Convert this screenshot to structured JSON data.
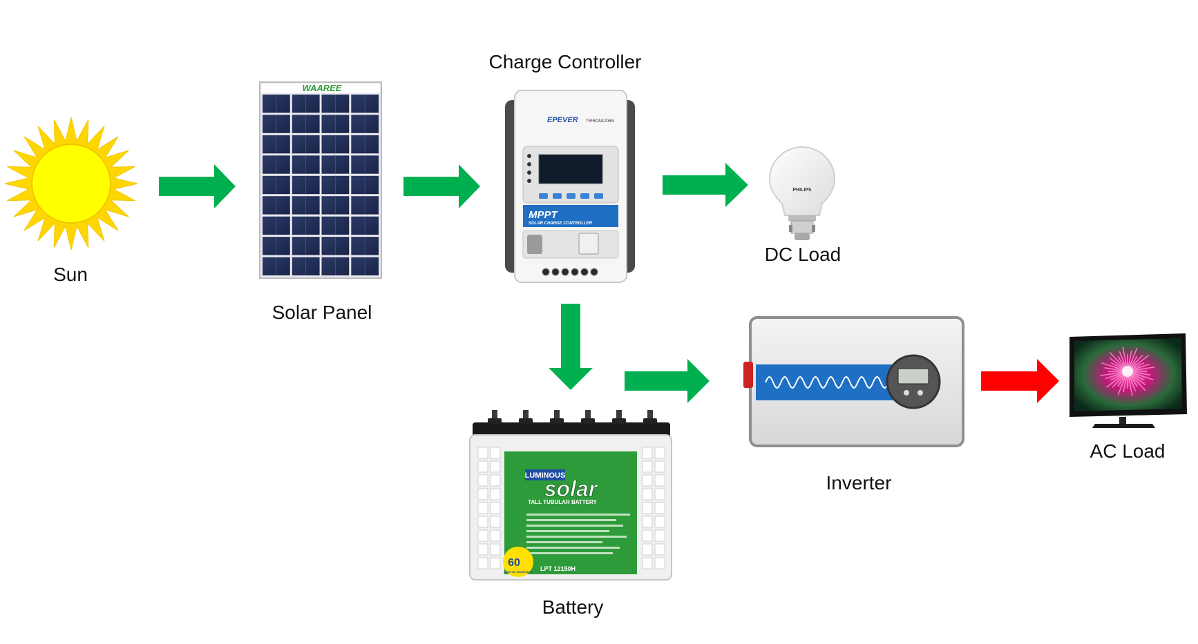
{
  "labels": {
    "sun": "Sun",
    "solar_panel": "Solar Panel",
    "charge_controller": "Charge Controller",
    "dc_load": "DC Load",
    "battery": "Battery",
    "inverter": "Inverter",
    "ac_load": "AC Load"
  },
  "brands": {
    "panel": "WAAREE",
    "controller": "EPEVER",
    "controller_model": "TRIRON1206N",
    "controller_badge": "MPPT",
    "controller_badge_sub": "SOLAR CHARGE CONTROLLER",
    "bulb": "PHILIPS",
    "battery_brand": "LUMINOUS",
    "battery_line": "solar",
    "battery_type": "TALL TUBULAR BATTERY",
    "battery_model": "LPT 12150H",
    "battery_warranty_num": "60",
    "battery_warranty_text": "MONTHS WARRANTY"
  },
  "colors": {
    "flow_arrow": "#00b050",
    "ac_arrow": "#ff0000",
    "sun_fill": "#ffff00",
    "sun_rays": "#ffd700",
    "battery_label": "#2e9b3a",
    "inverter_band": "#1f6fc4"
  }
}
